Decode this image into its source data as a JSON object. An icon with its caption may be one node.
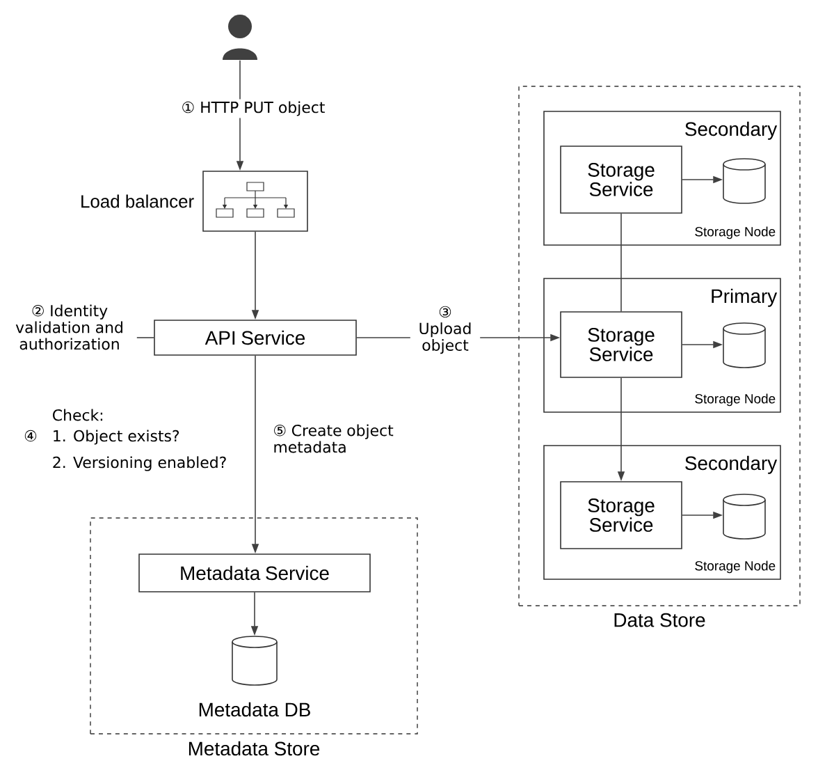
{
  "diagram": {
    "nodes": [
      {
        "text": [],
        "shape": "person"
      },
      {
        "text": [
          "Load balancer"
        ]
      },
      {
        "text": [
          "API Service"
        ]
      },
      {
        "text": [
          "Data Store"
        ]
      },
      {
        "text": [
          "Secondary",
          "Storage Node"
        ],
        "in": 3
      },
      {
        "text": [
          "Storage Service"
        ],
        "in": 4
      },
      {
        "text": [],
        "shape": "cylinder",
        "in": 4
      },
      {
        "text": [
          "Primary",
          "Storage Node"
        ],
        "in": 3
      },
      {
        "text": [
          "Storage Service"
        ],
        "in": 7
      },
      {
        "text": [],
        "shape": "cylinder",
        "in": 7
      },
      {
        "text": [
          "Secondary",
          "Storage Node"
        ],
        "in": 3
      },
      {
        "text": [
          "Storage Service"
        ],
        "in": 10
      },
      {
        "text": [],
        "shape": "cylinder",
        "in": 10
      },
      {
        "text": [
          "Metadata Store"
        ]
      },
      {
        "text": [
          "Metadata Service"
        ],
        "in": 13
      },
      {
        "text": [
          "Metadata DB"
        ],
        "in": 13
      },
      {
        "text": [
          "② Identity validation and authorization"
        ]
      }
    ],
    "edges": [
      {
        "from": 0,
        "to": 1,
        "arrow": "to",
        "label": "① HTTP PUT object"
      },
      {
        "from": 1,
        "to": 2,
        "arrow": "to"
      },
      {
        "from": 16,
        "to": 2,
        "arrow": "none"
      },
      {
        "from": 2,
        "to": 8,
        "arrow": "to",
        "label": "③ Upload object"
      },
      {
        "from": 2,
        "to": 14,
        "arrow": "to",
        "label": "⑤ Create object metadata"
      },
      {
        "from": 5,
        "to": 6,
        "arrow": "to"
      },
      {
        "from": 5,
        "to": 8,
        "arrow": "none"
      },
      {
        "from": 8,
        "to": 9,
        "arrow": "to"
      },
      {
        "from": 8,
        "to": 11,
        "arrow": "to"
      },
      {
        "from": 11,
        "to": 12,
        "arrow": "to"
      },
      {
        "from": 14,
        "to": 15,
        "arrow": "to"
      }
    ],
    "labels": [
      "Check:",
      "④",
      "1. Object exists?",
      "2. Versioning enabled?"
    ]
  }
}
